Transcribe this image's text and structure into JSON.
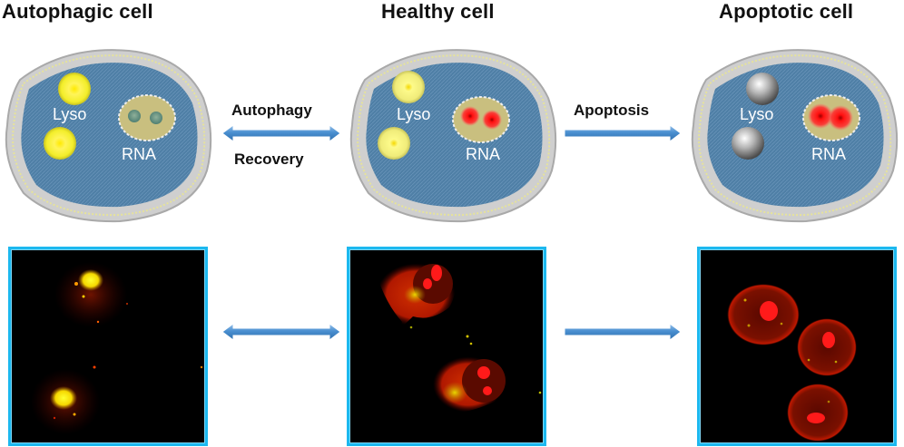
{
  "cells": [
    {
      "id": "autophagic",
      "title": "Autophagic cell",
      "lyso_label": "Lyso",
      "rna_label": "RNA",
      "lyso_state": "bright-yellow",
      "rna_state": "dim-green"
    },
    {
      "id": "healthy",
      "title": "Healthy cell",
      "lyso_label": "Lyso",
      "rna_label": "RNA",
      "lyso_state": "yellow",
      "rna_state": "red"
    },
    {
      "id": "apoptotic",
      "title": "Apoptotic cell",
      "lyso_label": "Lyso",
      "rna_label": "RNA",
      "lyso_state": "grey",
      "rna_state": "red"
    }
  ],
  "transitions": [
    {
      "id": "autophagy-recovery",
      "top_label": "Autophagy",
      "bottom_label": "Recovery",
      "direction": "bidirectional"
    },
    {
      "id": "apoptosis",
      "top_label": "Apoptosis",
      "direction": "right"
    }
  ],
  "micrographs": [
    {
      "id": "autophagic-micrograph",
      "description": "Confocal image: two clustered yellow lysosome puncta"
    },
    {
      "id": "healthy-micrograph",
      "description": "Confocal image: two cells, red cytoplasm and nucleoli, yellow puncta"
    },
    {
      "id": "apoptotic-micrograph",
      "description": "Confocal image: three rounded red cells with bright red nucleoli"
    }
  ],
  "colors": {
    "cell_body": "#4f7fa6",
    "cell_rim": "#c9c9c9",
    "lyso_yellow": "#f5f01f",
    "lyso_grey": "#8c8c8c",
    "nucleus": "#c9bf7f",
    "rna_red": "#ff1a1a",
    "arrow_blue": "#4a8fd0",
    "frame_border": "#1cb8ef"
  }
}
